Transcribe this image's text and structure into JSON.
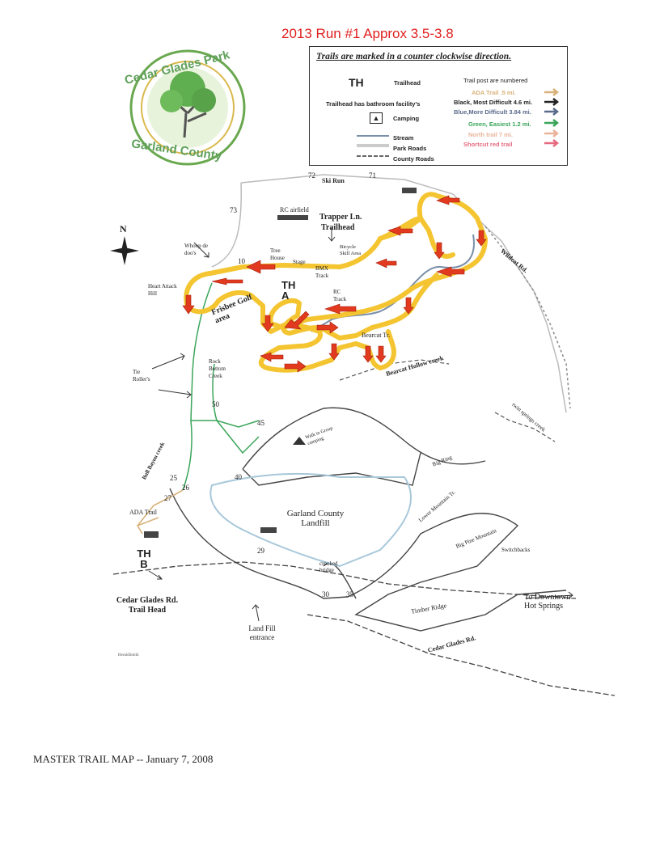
{
  "header": {
    "title": "2013 Run #1 Approx 3.5-3.8"
  },
  "logo": {
    "top_text": "Cedar Glades Park",
    "bottom_text": "Garland County"
  },
  "legend": {
    "title": "Trails are marked in a counter clockwise direction.",
    "th_symbol": "TH",
    "trailhead": "Trailhead",
    "trailhead_bathroom": "Trailhead has bathroom facility's",
    "camping": "Camping",
    "stream": "Stream",
    "park_roads": "Park Roads",
    "county_roads": "County Roads",
    "posts_numbered": "Trail post are numbered",
    "trails": [
      {
        "text": "ADA Trail .5 mi.",
        "color": "#d8b27a"
      },
      {
        "text": "Black, Most Difficult 4.6 mi.",
        "color": "#222222"
      },
      {
        "text": "Blue,More Difficult 3.84 mi.",
        "color": "#5b6b8c"
      },
      {
        "text": "Green, Easiest 1.2 mi.",
        "color": "#3aa55a"
      },
      {
        "text": "North trail 7 mi.",
        "color": "#e9b49a"
      },
      {
        "text": "Shortcut red trail",
        "color": "#e56a80"
      }
    ]
  },
  "colors": {
    "highlight": "#f4c531",
    "arrow_fill": "#e23a1f",
    "stream": "#7a8fa8",
    "green_trail": "#3aa55a",
    "gray_road": "#666666"
  },
  "map": {
    "compass": "N",
    "posts": [
      "72",
      "71",
      "73",
      "10",
      "50",
      "45",
      "25",
      "27",
      "26",
      "40",
      "29",
      "30",
      "35"
    ],
    "labels": {
      "ski_run": "Ski Run",
      "rc_airfield": "RC airfield",
      "trapper_ln": "Trapper Ln.",
      "trailhead": "Trailhead",
      "whoop": "Whoop de doo's",
      "tree_house": "Tree House",
      "stage": "Stage",
      "bicycle_skill": "Bicycle Skill Area",
      "bmx_track": "BMX Track",
      "rc_track": "RC Track",
      "heart_attack": "Heart Attack Hill",
      "frisbee": "Frisbee Golf area",
      "th_a": "TH A",
      "wildcat": "Wildcat Rd.",
      "bearcat_tr": "Bearcat Tr.",
      "bearcat_hollow": "Bearcat Hollow creek",
      "rock_bottom": "Rock Bottom Creek",
      "tie_rollers": "Tie Roller's",
      "twin_springs": "twin springs creek",
      "walk_in": "Walk in Group camping",
      "big_ring": "Big Ring",
      "bull_bayou": "Bull Bayou creek",
      "ada_trail": "ADA Trail",
      "landfill": "Garland County Landfill",
      "lower_mountain": "Lower Mountain Tr.",
      "big_pine": "Big Pine Mountain",
      "switchbacks": "Switchbacks",
      "th_b": "TH B",
      "crooked_bridge": "crooked bridge",
      "to_downtown": "To Downtown Hot Springs",
      "cedar_glades_th": "Cedar Glades Rd. Trail Head",
      "timber_ridge": "Timber Ridge",
      "land_fill_entrance": "Land Fill entrance",
      "cedar_glades_rd": "Cedar Glades Rd.",
      "small_note": "HeraldSmith"
    }
  },
  "footer": {
    "text": "MASTER TRAIL MAP -- January 7, 2008"
  }
}
